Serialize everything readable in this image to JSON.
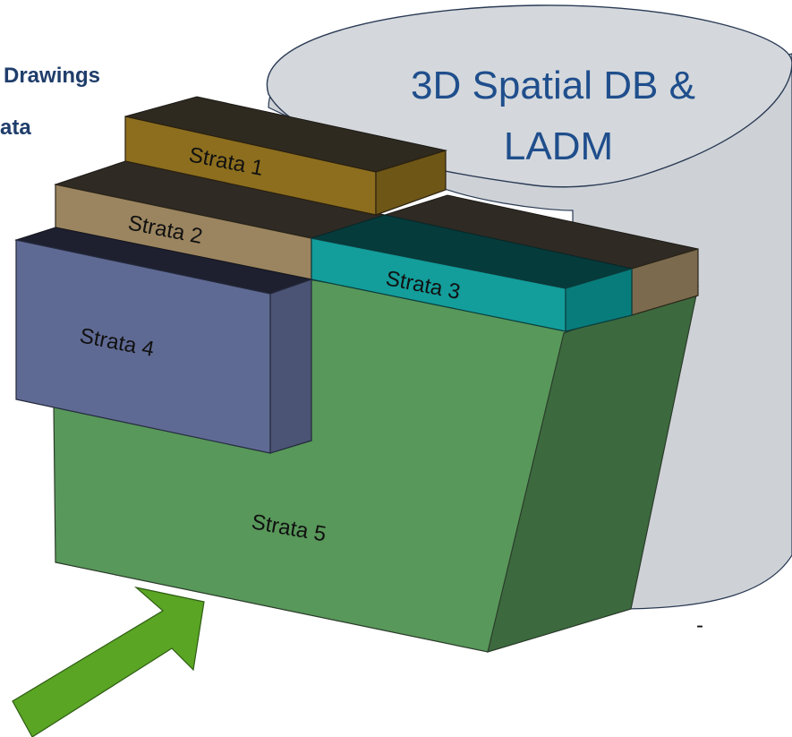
{
  "corner_text": {
    "line1": "Drawings",
    "line2": "ata"
  },
  "database": {
    "line1": "3D Spatial DB &",
    "line2": "LADM"
  },
  "strata": [
    {
      "label": "Strata 1",
      "color": "#8c6e1e"
    },
    {
      "label": "Strata 2",
      "color": "#9b8560"
    },
    {
      "label": "Strata 3",
      "color": "#139d9b"
    },
    {
      "label": "Strata 4",
      "color": "#5f6a94"
    },
    {
      "label": "Strata 5",
      "color": "#58985a"
    }
  ],
  "stray_mark": "-",
  "arrow": {
    "color": "#5aa524"
  }
}
